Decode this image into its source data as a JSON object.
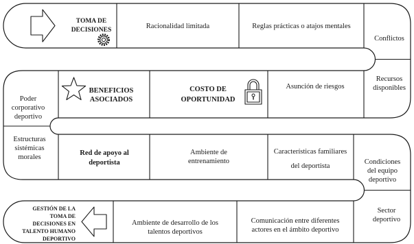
{
  "diagram": {
    "start": {
      "label_lines": [
        "TOMA DE",
        "DECISIONES"
      ],
      "icons": [
        "arrow-right-icon",
        "gear-icon"
      ]
    },
    "steps": [
      {
        "lines": [
          "Racionalidad limitada"
        ]
      },
      {
        "lines": [
          "Reglas prácticas o atajos mentales"
        ]
      },
      {
        "lines": [
          "Conflictos"
        ]
      },
      {
        "lines": [
          "Recursos",
          "disponibles"
        ]
      },
      {
        "lines": [
          "Asunción de riesgos"
        ]
      },
      {
        "lines": [
          "COSTO DE",
          "OPORTUNIDAD"
        ],
        "icon": "lock-icon"
      },
      {
        "lines": [
          "BENEFICIOS",
          "ASOCIADOS"
        ],
        "icon": "star-icon"
      },
      {
        "lines": [
          "Poder",
          "corporativo",
          "deportivo"
        ]
      },
      {
        "lines": [
          "Estructuras",
          "sistémicas",
          "morales"
        ]
      },
      {
        "lines": [
          "Red de apoyo al",
          "deportista"
        ]
      },
      {
        "lines": [
          "Ambiente de",
          "entrenamiento"
        ]
      },
      {
        "lines": [
          "Características familiares",
          "del deportista"
        ]
      },
      {
        "lines": [
          "Condiciones",
          "del equipo",
          "deportivo"
        ]
      },
      {
        "lines": [
          "Sector",
          "deportivo"
        ]
      },
      {
        "lines": [
          "Comunicación entre diferentes",
          "actores en el ámbito deportivo"
        ]
      },
      {
        "lines": [
          "Ambiente de desarrollo de los",
          "talentos deportivos"
        ]
      }
    ],
    "end": {
      "label_lines": [
        "GESTIÓN DE LA",
        "TOMA DE",
        "DECISIONES EN",
        "TALENTO HUMANO",
        "DEPORTIVO"
      ],
      "icons": [
        "arrow-left-icon"
      ]
    }
  },
  "colors": {
    "line": "#1a1a1a",
    "background": "#ffffff"
  }
}
